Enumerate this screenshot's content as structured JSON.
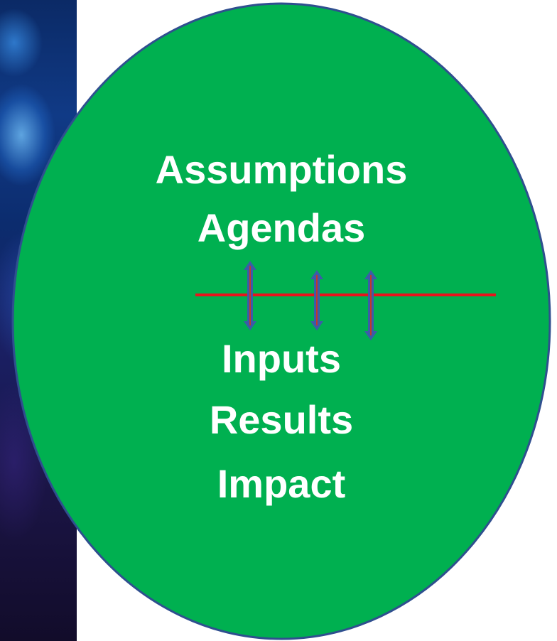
{
  "background_image": {
    "description_icon": "blue-swirl-photo"
  },
  "diagram": {
    "upper_lines": [
      "Assumptions",
      "Agendas"
    ],
    "lower_lines": [
      "Inputs",
      "Results",
      "Impact"
    ],
    "colors": {
      "ellipse_fill": "#00b050",
      "ellipse_stroke": "#2f4f8f",
      "text": "#ffffff",
      "divider": "#e8141c",
      "arrow_fill": "#3d5ba8",
      "arrow_core": "#c0392b"
    },
    "arrow_count": 3
  }
}
